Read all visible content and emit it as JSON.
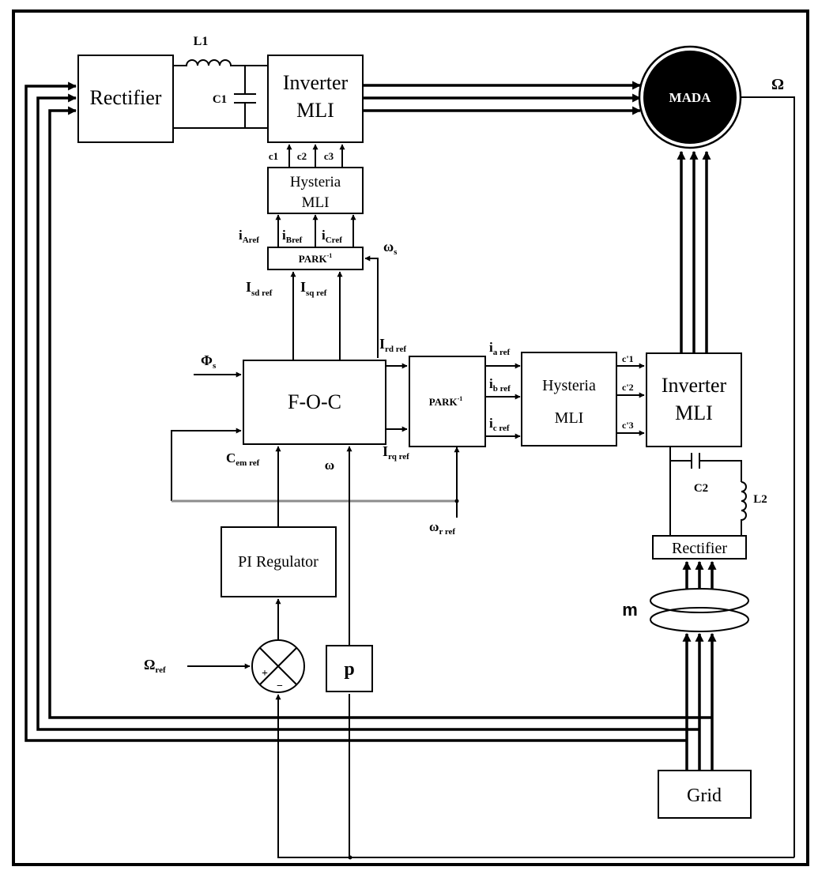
{
  "diagram": {
    "blocks": {
      "rectifier_top": "Rectifier",
      "inverter_top_1": "Inverter",
      "inverter_top_2": "MLI",
      "hysteria_top_1": "Hysteria",
      "hysteria_top_2": "MLI",
      "park_top": "PARK",
      "park_top_sup": "-1",
      "foc": "F-O-C",
      "park_mid": "PARK",
      "park_mid_sup": "-1",
      "hysteria_right_1": "Hysteria",
      "hysteria_right_2": "MLI",
      "inverter_right_1": "Inverter",
      "inverter_right_2": "MLI",
      "mada": "MADA",
      "rectifier_bottom": "Rectifier",
      "pi_regulator": "PI Regulator",
      "p_block": "p",
      "grid": "Grid"
    },
    "components": {
      "l1": "L1",
      "c1": "C1",
      "c2": "C2",
      "l2": "L2",
      "transformer": "m"
    },
    "labels": {
      "omega_out": "Ω",
      "c1_sig": "c1",
      "c2_sig": "c2",
      "c3_sig": "c3",
      "ia_ref": {
        "main": "i",
        "sub": "Aref"
      },
      "ib_ref": {
        "main": "i",
        "sub": "Bref"
      },
      "ic_ref": {
        "main": "i",
        "sub": "Cref"
      },
      "omega_s": {
        "main": "ω",
        "sub": "s"
      },
      "isd_ref": {
        "main": "I",
        "sub": "sd ref"
      },
      "isq_ref": {
        "main": "I",
        "sub": "sq ref"
      },
      "ird_ref": {
        "main": "I",
        "sub": "rd ref"
      },
      "irq_ref": {
        "main": "I",
        "sub": "rq ref"
      },
      "phi_s": {
        "main": "Φ",
        "sub": "s"
      },
      "cem_ref": {
        "main": "C",
        "sub": "em ref"
      },
      "omega": "ω",
      "omega_r_ref": {
        "main": "ω",
        "sub": "r ref"
      },
      "ia_r": {
        "main": "i",
        "sub": "a ref"
      },
      "ib_r": {
        "main": "i",
        "sub": "b ref"
      },
      "ic_r": {
        "main": "i",
        "sub": "c ref"
      },
      "cp1": "c'1",
      "cp2": "c'2",
      "cp3": "c'3",
      "omega_ref": {
        "main": "Ω",
        "sub": "ref"
      },
      "plus": "+",
      "minus": "−"
    }
  }
}
